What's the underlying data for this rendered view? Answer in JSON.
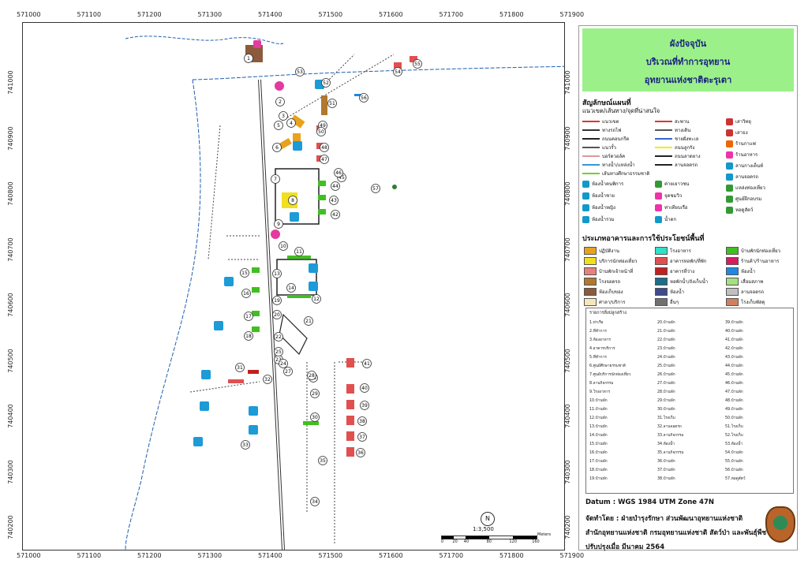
{
  "map": {
    "x_ticks": [
      "571000",
      "571100",
      "571200",
      "571300",
      "571400",
      "571500",
      "571600",
      "571700",
      "571800",
      "571900"
    ],
    "y_ticks": [
      "741000",
      "740900",
      "740800",
      "740700",
      "740600",
      "740500",
      "740400",
      "740300",
      "740200"
    ],
    "markers": [
      "1",
      "2",
      "3",
      "4",
      "5",
      "6",
      "7",
      "8",
      "9",
      "10",
      "11",
      "12",
      "13",
      "14",
      "15",
      "16",
      "17",
      "18",
      "19",
      "20",
      "21",
      "22",
      "23",
      "24",
      "25",
      "26",
      "27",
      "28",
      "29",
      "30",
      "31",
      "32",
      "33",
      "34",
      "35",
      "36",
      "37",
      "38",
      "39",
      "40",
      "41",
      "42",
      "43",
      "44",
      "45",
      "46",
      "47",
      "48",
      "49",
      "50",
      "51",
      "52",
      "53",
      "54",
      "55",
      "56",
      "57"
    ],
    "scale_label": "1:3,500",
    "scale_ticks": [
      "0",
      "20",
      "40",
      "80",
      "120",
      "160"
    ],
    "scale_unit": "Meters"
  },
  "legend": {
    "title": [
      "ผังปัจจุบัน",
      "บริเวณที่ทำการอุทยาน",
      "อุทยานแห่งชาติตะรุเตา"
    ],
    "symbols_header": "สัญลักษณ์แผนที่",
    "lines_header": "แนวเขต/เส้นทาง/จุดที่น่าสนใจ",
    "line_items": [
      {
        "label": "แนวเขต",
        "color": "#d33"
      },
      {
        "label": "ทางรถไฟ",
        "color": "#333"
      },
      {
        "label": "ถนนคอนกรีต",
        "color": "#222"
      },
      {
        "label": "แนวรั้ว",
        "color": "#555"
      },
      {
        "label": "บอร์ดวอล์ค",
        "color": "#d99"
      },
      {
        "label": "ทางน้ำ/แหล่งน้ำ",
        "color": "#39c"
      },
      {
        "label": "เส้นทางศึกษาธรรมชาติ",
        "color": "#7c3"
      }
    ],
    "line_items2": [
      {
        "label": "สะพาน",
        "color": "#d33"
      },
      {
        "label": "ทางเดิน",
        "color": "#555"
      },
      {
        "label": "ชายฝั่งทะเล",
        "color": "#36c"
      },
      {
        "label": "ถนนลูกรัง",
        "color": "#ee0"
      },
      {
        "label": "ถนนลาดยาง",
        "color": "#222"
      },
      {
        "label": "ลานจอดรถ",
        "color": "#222"
      }
    ],
    "point_items": [
      {
        "label": "เสาวิทยุ",
        "icon": "antenna-icon",
        "color": "#c33"
      },
      {
        "label": "เสาธง",
        "icon": "flag-icon",
        "color": "#c33"
      },
      {
        "label": "ร้านกาแฟ",
        "icon": "coffee-icon",
        "color": "#e60"
      },
      {
        "label": "ร้านอาหาร",
        "icon": "restaurant-icon",
        "color": "#e3a"
      },
      {
        "label": "ลานกางเต็นท์",
        "icon": "tent-icon",
        "color": "#19c"
      },
      {
        "label": "ลานจอดรถ",
        "icon": "parking-icon",
        "color": "#19c"
      },
      {
        "label": "แหล่งท่องเที่ยว",
        "icon": "attraction-icon",
        "color": "#393"
      },
      {
        "label": "ศูนย์ฝึกอบรม",
        "icon": "training-icon",
        "color": "#393"
      },
      {
        "label": "หอดูสัตว์",
        "icon": "tower-icon",
        "color": "#393"
      }
    ],
    "facility_items": [
      {
        "label": "ห้องน้ำคนพิการ",
        "icon": "accessible-toilet-icon",
        "color": "#19c"
      },
      {
        "label": "ห้องน้ำชาย",
        "icon": "male-toilet-icon",
        "color": "#19c"
      },
      {
        "label": "ห้องน้ำหญิง",
        "icon": "female-toilet-icon",
        "color": "#19c"
      },
      {
        "label": "ห้องน้ำรวม",
        "icon": "toilet-icon",
        "color": "#19c"
      }
    ],
    "facility_items2": [
      {
        "label": "ค่ายเยาวชน",
        "icon": "camp-icon",
        "color": "#393"
      },
      {
        "label": "จุดชมวิว",
        "icon": "viewpoint-icon",
        "color": "#e3a"
      },
      {
        "label": "ท่าเทียบเรือ",
        "icon": "pier-icon",
        "color": "#e3a"
      },
      {
        "label": "น้ำตก",
        "icon": "waterfall-icon",
        "color": "#19c"
      }
    ],
    "building_header": "ประเภทอาคารและการใช้ประโยชน์พื้นที่",
    "building_items": [
      {
        "label": "ปฏิบัติงาน",
        "color": "#e8a21c"
      },
      {
        "label": "บริการนักท่องเที่ยว",
        "color": "#f0e020"
      },
      {
        "label": "บ้านพักเจ้าหน้าที่",
        "color": "#e88080"
      },
      {
        "label": "โรงจอดรถ",
        "color": "#b07830"
      },
      {
        "label": "ห้องเก็บของ",
        "color": "#8c5a3c"
      },
      {
        "label": "ศาลา/บริการ",
        "color": "#f7e6b8"
      },
      {
        "label": "โรงอาหาร",
        "color": "#30e0c8"
      },
      {
        "label": "อาคารหอพัก/ที่พัก",
        "color": "#e05050"
      },
      {
        "label": "อาคารที่ว่าง",
        "color": "#c02020"
      },
      {
        "label": "หอพักน้ำ/ถังเก็บน้ำ",
        "color": "#1c6c8c"
      },
      {
        "label": "ห้องน้ำ",
        "color": "#3c4c8c"
      },
      {
        "label": "อื่นๆ",
        "color": "#707070"
      },
      {
        "label": "บ้านพักนักท่องเที่ยว",
        "color": "#40c020"
      },
      {
        "label": "ร้านค้า/ร้านอาหาร",
        "color": "#d81b60"
      },
      {
        "label": "ห้องน้ำ",
        "color": "#1e88e5"
      },
      {
        "label": "เสื่อมสภาพ",
        "color": "#a5e080"
      },
      {
        "label": "ลานจอดรถ",
        "color": "#c0c0c0"
      },
      {
        "label": "โรงเก็บพัสดุ",
        "color": "#d08060"
      }
    ],
    "places_header": "รายการสิ่งปลูกสร้าง",
    "places_col1": [
      "1.ท่าเรือ",
      "2.ที่ทำการ",
      "3.ห้องอาหาร",
      "4.อาคารบริการ",
      "5.ที่ทำการ",
      "6.ศูนย์ศึกษาธรรมชาติ",
      "7.ศูนย์บริการนักท่องเที่ยว",
      "8.ลานกิจกรรม",
      "9.โรงอาหาร",
      "10.บ้านพัก",
      "11.บ้านพัก",
      "12.บ้านพัก",
      "13.บ้านพัก",
      "14.บ้านพัก",
      "15.บ้านพัก",
      "16.บ้านพัก",
      "17.บ้านพัก",
      "18.บ้านพัก",
      "19.บ้านพัก"
    ],
    "places_col2": [
      "20.บ้านพัก",
      "21.บ้านพัก",
      "22.บ้านพัก",
      "23.บ้านพัก",
      "24.บ้านพัก",
      "25.บ้านพัก",
      "26.บ้านพัก",
      "27.บ้านพัก",
      "28.บ้านพัก",
      "29.บ้านพัก",
      "30.บ้านพัก",
      "31.โรงเก็บ",
      "32.ลานจอดรถ",
      "33.ลานกิจกรรม",
      "34.ห้องน้ำ",
      "35.ลานกิจกรรม",
      "36.บ้านพัก",
      "37.บ้านพัก",
      "38.บ้านพัก"
    ],
    "places_col3": [
      "39.บ้านพัก",
      "40.บ้านพัก",
      "41.บ้านพัก",
      "42.บ้านพัก",
      "43.บ้านพัก",
      "44.บ้านพัก",
      "45.บ้านพัก",
      "46.บ้านพัก",
      "47.บ้านพัก",
      "48.บ้านพัก",
      "49.บ้านพัก",
      "50.บ้านพัก",
      "51.โรงเก็บ",
      "52.โรงเก็บ",
      "53.ห้องน้ำ",
      "54.บ้านพัก",
      "55.บ้านพัก",
      "56.บ้านพัก",
      "57.หอดูสัตว์"
    ],
    "datum": "Datum  : WGS 1984 UTM Zone 47N",
    "made_by": "จัดทำโดย  : ฝ่ายบำรุงรักษา ส่วนพัฒนาอุทยานแห่งชาติ",
    "agency": "สำนักอุทยานแห่งชาติ  กรมอุทยานแห่งชาติ สัตว์ป่า และพันธุ์พืช",
    "updated": "ปรับปรุงเมื่อ มีนาคม 2564"
  }
}
